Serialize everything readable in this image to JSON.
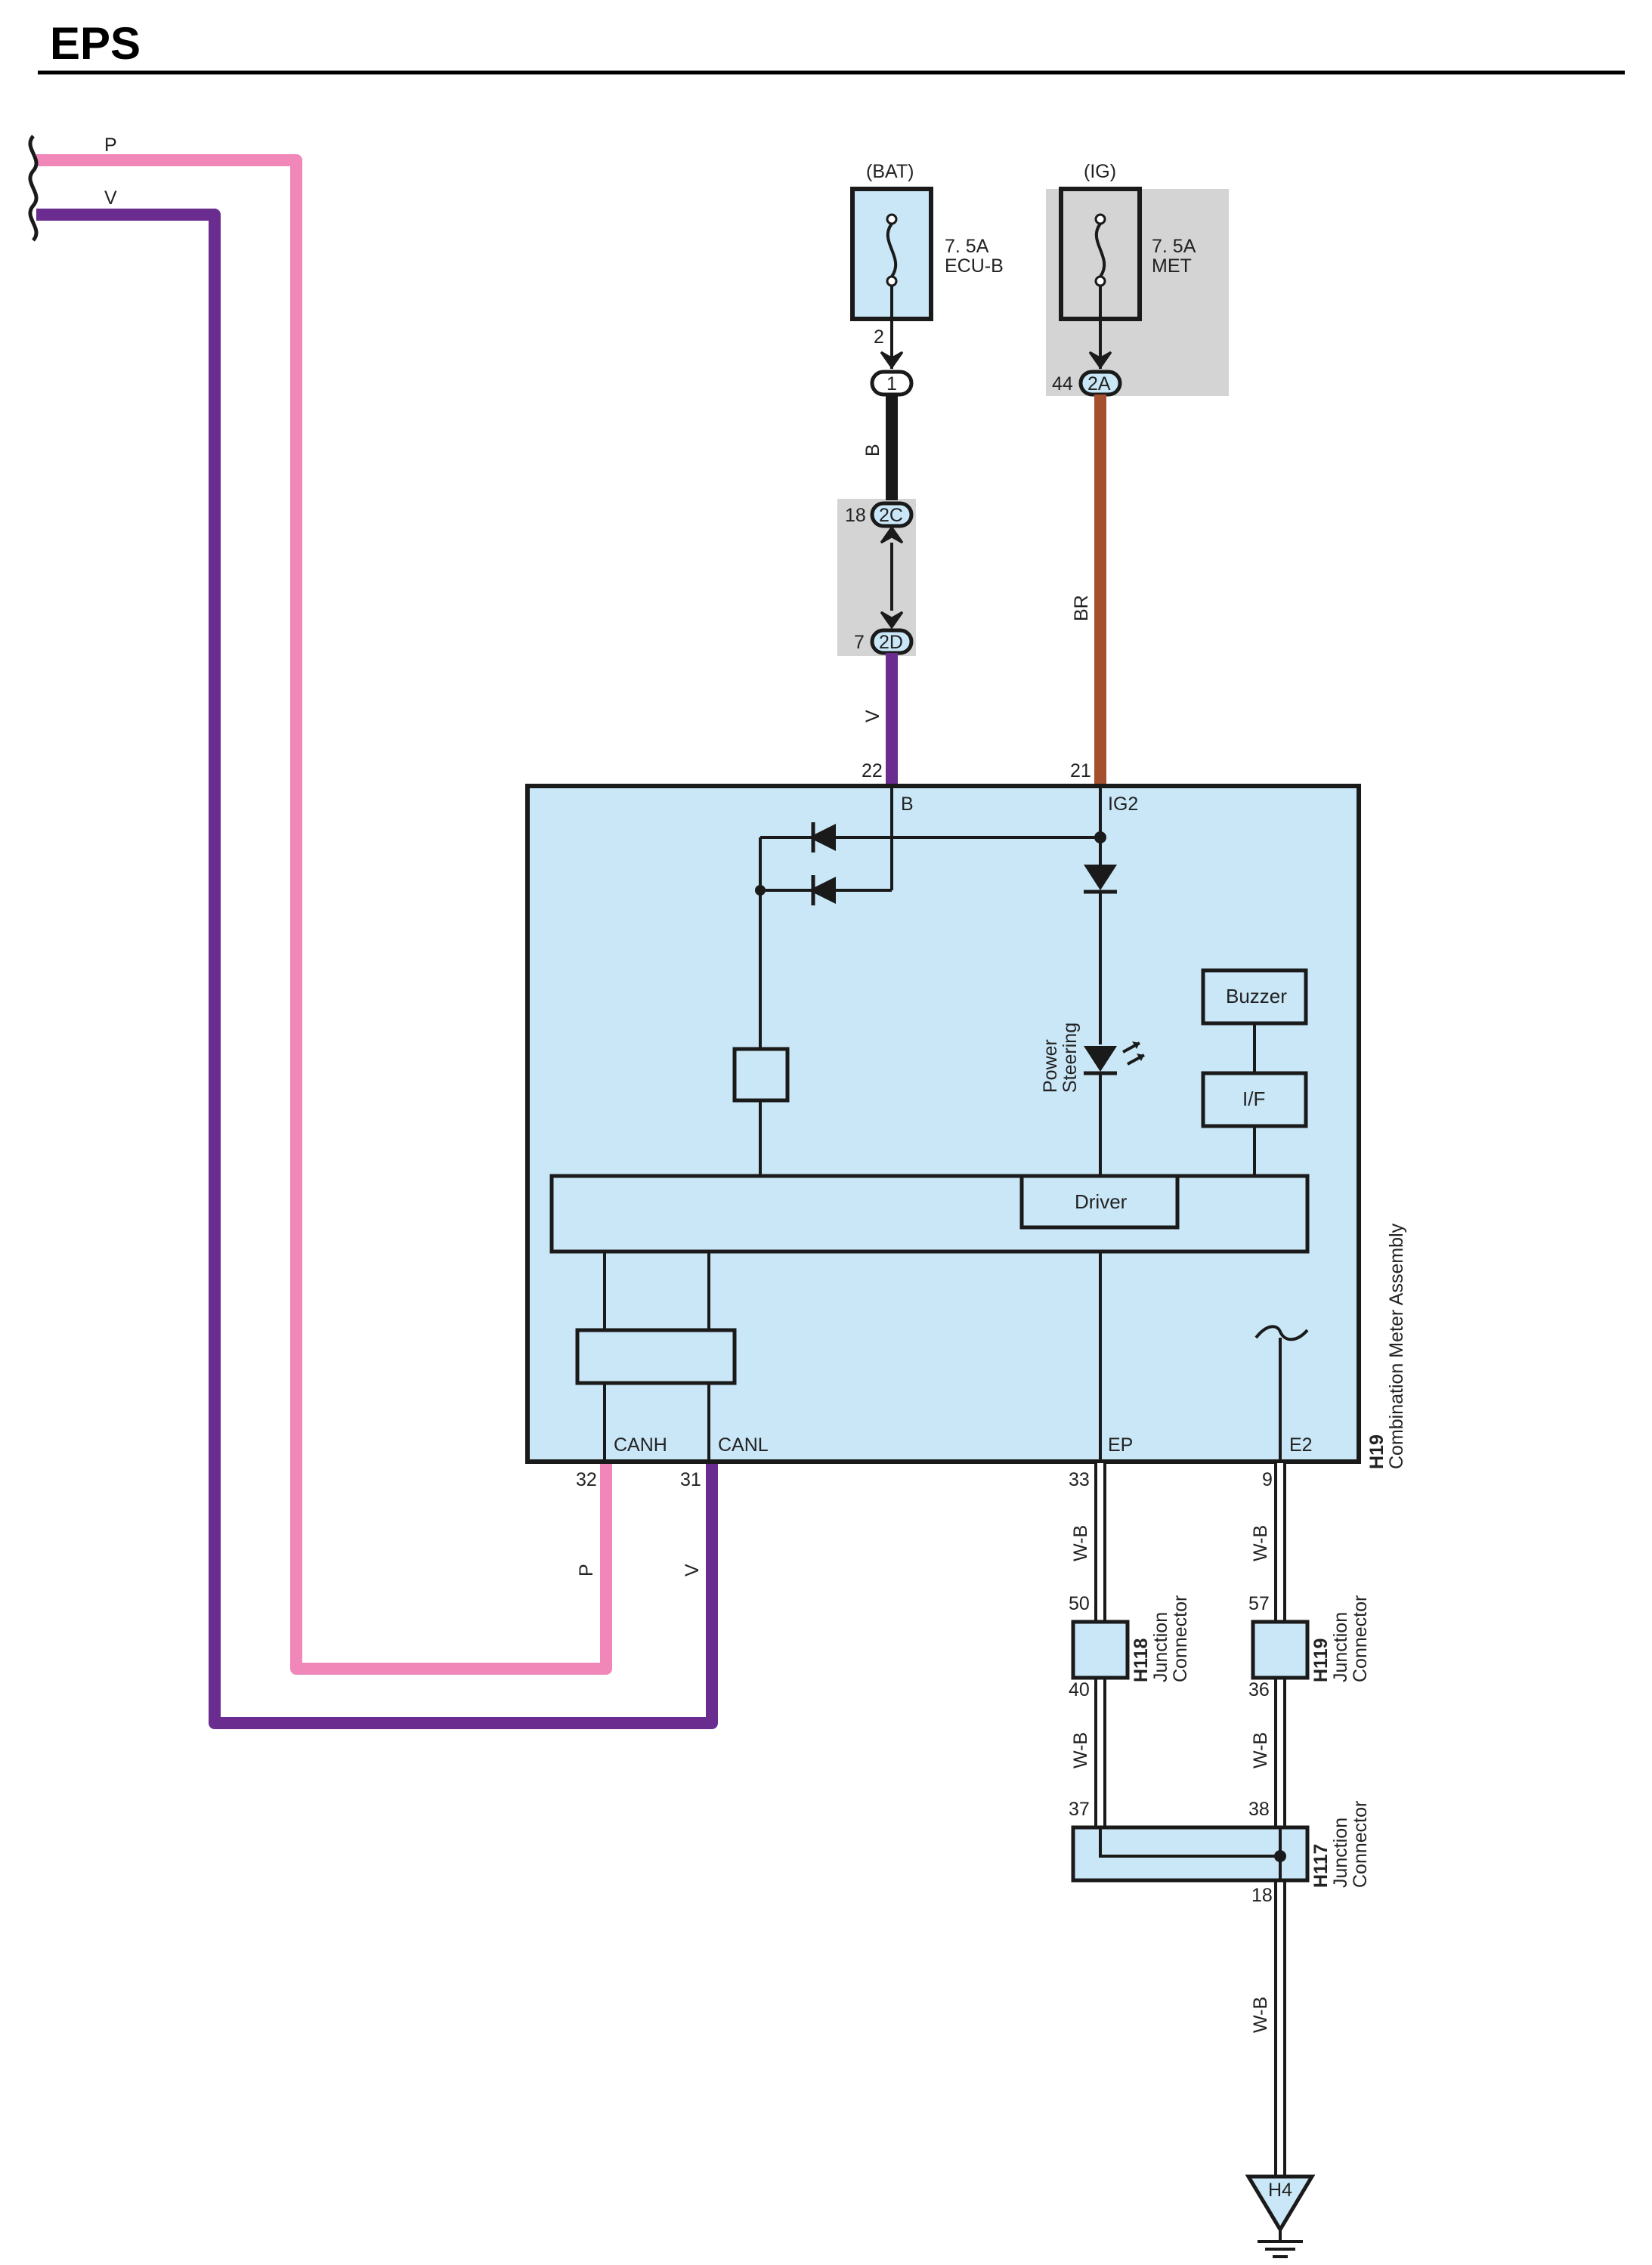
{
  "page": {
    "title": "EPS"
  },
  "colors": {
    "pink": "#f087b8",
    "violet": "#6a2c8e",
    "black": "#1a1a1a",
    "brown": "#a4502f",
    "ecu_fill": "#c9e7f7",
    "gray_box": "#d4d4d5",
    "outline": "#1a1a1a"
  },
  "wires": {
    "p_label": "P",
    "v_label": "V",
    "b_label": "B",
    "br_label": "BR",
    "wb_label": "W-B"
  },
  "fuses": {
    "bat": {
      "source": "(BAT)",
      "rating": "7. 5A",
      "name": "ECU-B",
      "pin": "2",
      "connector": "1"
    },
    "ig": {
      "source": "(IG)",
      "rating": "7. 5A",
      "name": "MET",
      "pin": "44",
      "connector": "2A"
    }
  },
  "junctions": {
    "c2c": {
      "name": "2C",
      "pin": "18"
    },
    "c2d": {
      "name": "2D",
      "pin": "7"
    }
  },
  "meter": {
    "id": "H19",
    "name": "Combination Meter Assembly",
    "terminals": {
      "b": {
        "label": "B",
        "pin": "22"
      },
      "ig2": {
        "label": "IG2",
        "pin": "21"
      },
      "canh": {
        "label": "CANH",
        "pin": "32"
      },
      "canl": {
        "label": "CANL",
        "pin": "31"
      },
      "ep": {
        "label": "EP",
        "pin": "33"
      },
      "e2": {
        "label": "E2",
        "pin": "9"
      }
    },
    "blocks": {
      "buzzer": "Buzzer",
      "if": "I/F",
      "driver": "Driver",
      "indicator_line1": "Power",
      "indicator_line2": "Steering"
    }
  },
  "junction_connectors": {
    "h118": {
      "id": "H118",
      "line1": "Junction",
      "line2": "Connector",
      "pin_in": "50",
      "pin_out": "40"
    },
    "h119": {
      "id": "H119",
      "line1": "Junction",
      "line2": "Connector",
      "pin_in": "57",
      "pin_out": "36"
    },
    "h117": {
      "id": "H117",
      "line1": "Junction",
      "line2": "Connector",
      "pin_a": "37",
      "pin_b": "38",
      "pin_out": "18"
    }
  },
  "ground": {
    "id": "H4"
  }
}
